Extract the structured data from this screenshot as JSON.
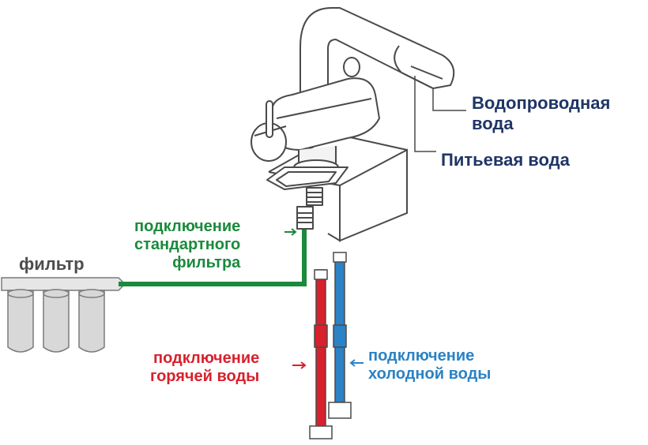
{
  "labels": {
    "tap_water": [
      "Водопроводная",
      "вода"
    ],
    "drinking_water": "Питьевая вода",
    "standard_filter_connection": [
      "подключение",
      "стандартного",
      "фильтра"
    ],
    "filter": "фильтр",
    "hot_water_connection": [
      "подключение",
      "горячей воды"
    ],
    "cold_water_connection": [
      "подключение",
      "холодной воды"
    ]
  },
  "colors": {
    "label_dark": "#1f3566",
    "filter_line": "#1a8a3c",
    "hot_hose": "#d9202d",
    "cold_hose": "#2b82c4",
    "outline": "#4a4a4a",
    "filter_body": "#d8d8d8"
  }
}
